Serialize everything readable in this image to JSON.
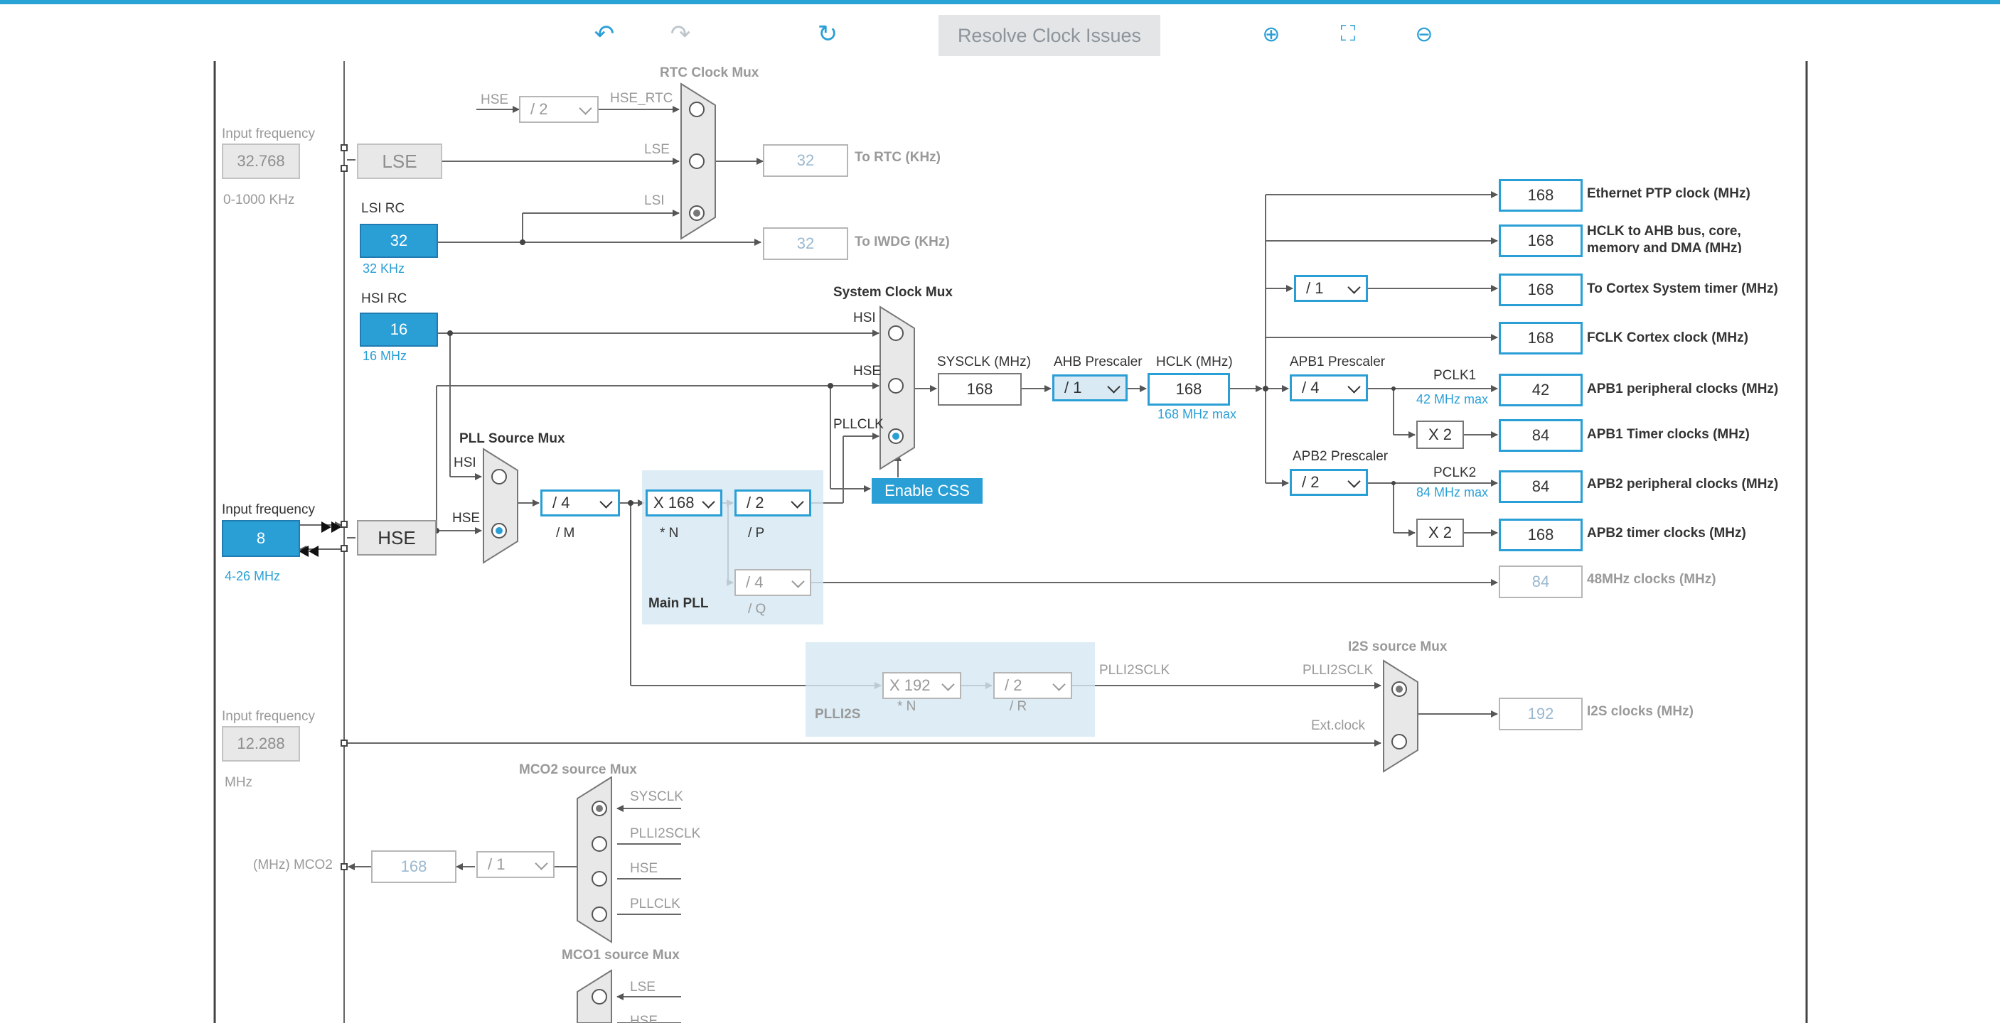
{
  "toolbar": {
    "resolve_label": "Resolve Clock Issues",
    "icons": [
      "undo-icon",
      "redo-icon",
      "refresh-icon",
      "zoom-in-icon",
      "fit-screen-icon",
      "zoom-out-icon"
    ]
  },
  "inputs": {
    "lse": {
      "title": "Input frequency",
      "value": "32.768",
      "range": "0-1000 KHz",
      "block": "LSE"
    },
    "hse": {
      "title": "Input frequency",
      "value": "8",
      "range": "4-26 MHz",
      "block": "HSE"
    },
    "ext": {
      "title": "Input frequency",
      "value": "12.288",
      "range": "MHz"
    }
  },
  "lsi": {
    "title": "LSI RC",
    "value": "32",
    "unit": "32 KHz"
  },
  "hsi": {
    "title": "HSI RC",
    "value": "16",
    "unit": "16 MHz"
  },
  "rtc": {
    "title": "RTC Clock Mux",
    "hse": "HSE",
    "div": "/ 2",
    "hse_rtc": "HSE_RTC",
    "lse": "LSE",
    "lsi": "LSI",
    "out": "32",
    "out_label": "To RTC (KHz)",
    "iwdg": "32",
    "iwdg_label": "To IWDG (KHz)"
  },
  "sysmux": {
    "title": "System Clock Mux",
    "hsi": "HSI",
    "hse": "HSE",
    "pllclk": "PLLCLK",
    "enable_css": "Enable CSS"
  },
  "pllsrc": {
    "title": "PLL Source Mux",
    "hsi": "HSI",
    "hse": "HSE"
  },
  "pll": {
    "m": "/ 4",
    "m_lbl": "/ M",
    "n": "X 168",
    "n_lbl": "* N",
    "p": "/ 2",
    "p_lbl": "/ P",
    "q": "/ 4",
    "q_lbl": "/ Q",
    "title": "Main PLL"
  },
  "sysclk": {
    "title": "SYSCLK (MHz)",
    "value": "168"
  },
  "ahb": {
    "title": "AHB Prescaler",
    "value": "/ 1"
  },
  "hclk": {
    "title": "HCLK (MHz)",
    "value": "168",
    "max": "168 MHz max"
  },
  "apb1": {
    "title": "APB1 Prescaler",
    "value": "/ 4",
    "pclk": "PCLK1",
    "max": "42 MHz max",
    "x2": "X 2"
  },
  "apb2": {
    "title": "APB2 Prescaler",
    "value": "/ 2",
    "pclk": "PCLK2",
    "max": "84 MHz max",
    "x2": "X 2"
  },
  "cortex_div": "/ 1",
  "outputs": [
    {
      "value": "168",
      "label": "Ethernet PTP clock (MHz)"
    },
    {
      "value": "168",
      "label": "HCLK to AHB bus, core,",
      "label2": "memory and DMA (MHz)"
    },
    {
      "value": "168",
      "label": "To Cortex System timer (MHz)"
    },
    {
      "value": "168",
      "label": "FCLK Cortex clock (MHz)"
    },
    {
      "value": "42",
      "label": "APB1 peripheral clocks (MHz)"
    },
    {
      "value": "84",
      "label": "APB1 Timer clocks (MHz)"
    },
    {
      "value": "84",
      "label": "APB2 peripheral clocks (MHz)"
    },
    {
      "value": "168",
      "label": "APB2 timer clocks (MHz)"
    },
    {
      "value": "84",
      "label": "48MHz clocks (MHz)"
    }
  ],
  "plli2s": {
    "n": "X 192",
    "n_lbl": "* N",
    "r": "/ 2",
    "r_lbl": "/ R",
    "title": "PLLI2S",
    "clk": "PLLI2SCLK"
  },
  "i2s": {
    "title": "I2S source Mux",
    "in1": "PLLI2SCLK",
    "in2": "Ext.clock",
    "out": "192",
    "out_label": "I2S clocks (MHz)"
  },
  "mco2": {
    "title": "MCO2 source Mux",
    "in": [
      "SYSCLK",
      "PLLI2SCLK",
      "HSE",
      "PLLCLK"
    ],
    "div": "/ 1",
    "value": "168",
    "label": "(MHz) MCO2"
  },
  "mco1": {
    "title": "MCO1 source Mux",
    "in": [
      "LSE",
      "HSE"
    ]
  }
}
